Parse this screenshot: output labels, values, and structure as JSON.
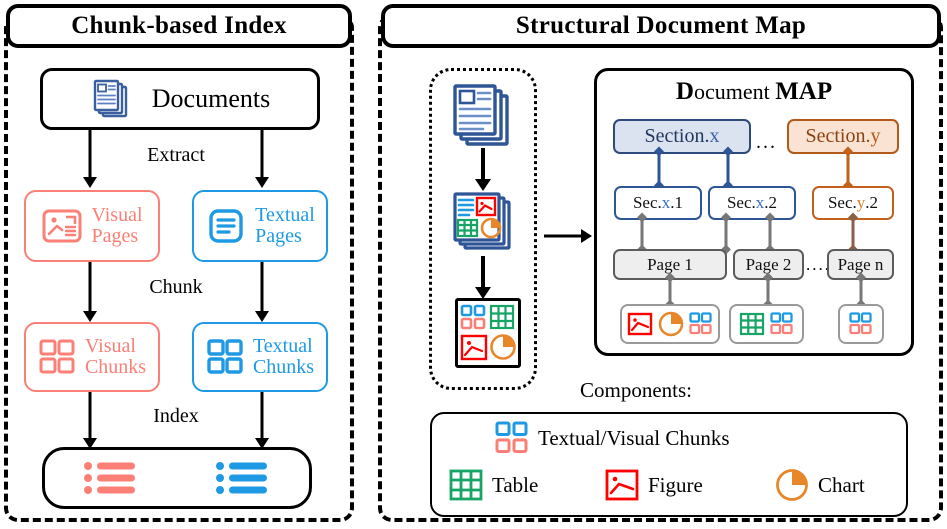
{
  "left_panel": {
    "title": "Chunk-based Index",
    "documents_label": "Documents",
    "steps": {
      "extract": "Extract",
      "chunk": "Chunk",
      "index": "Index"
    },
    "visual_pages": "Visual\nPages",
    "visual_pages_line1": "Visual",
    "visual_pages_line2": "Pages",
    "textual_pages_line1": "Textual",
    "textual_pages_line2": "Pages",
    "visual_chunks_line1": "Visual",
    "visual_chunks_line2": "Chunks",
    "textual_chunks_line1": "Textual",
    "textual_chunks_line2": "Chunks",
    "icons": {
      "documents": "documents-stack-icon",
      "visual_pages": "image-page-icon",
      "textual_pages": "text-page-icon",
      "visual_chunks": "four-square-chunks-icon",
      "textual_chunks": "four-square-chunks-icon",
      "index_red": "red-list-icon",
      "index_blue": "blue-list-icon"
    }
  },
  "right_panel": {
    "title": "Structural Document Map",
    "pipeline_icons": [
      "documents-stack-icon",
      "multimodal-pages-stack-icon",
      "parsed-components-icon"
    ],
    "map": {
      "title_first": "D",
      "title_mid": "ocument ",
      "title_last": "MAP",
      "sections": [
        {
          "label_prefix": "Section.",
          "label_suffix": "x",
          "color": "blue"
        },
        {
          "label_prefix": "Section.",
          "label_suffix": "y",
          "color": "orange"
        }
      ],
      "ellipsis_between_sections": "...",
      "subsections": [
        {
          "prefix": "Sec.",
          "var": "x",
          "suffix": ".1",
          "color": "blue"
        },
        {
          "prefix": "Sec.",
          "var": "x",
          "suffix": ".2",
          "color": "blue"
        },
        {
          "prefix": "Sec.",
          "var": "y",
          "suffix": ".2",
          "color": "orange"
        }
      ],
      "pages": [
        "Page 1",
        "Page 2",
        "Page n"
      ],
      "pages_ellipsis": "......",
      "page_contents": [
        [
          "figure-icon",
          "chart-icon",
          "chunks-icon"
        ],
        [
          "table-icon",
          "chunks-icon"
        ],
        [
          "chunks-icon"
        ]
      ]
    },
    "components_label": "Components:",
    "legend": [
      {
        "icon": "chunks-icon",
        "label": "Textual/Visual Chunks"
      },
      {
        "icon": "table-icon",
        "label": "Table"
      },
      {
        "icon": "figure-icon",
        "label": "Figure"
      },
      {
        "icon": "chart-icon",
        "label": "Chart"
      }
    ]
  },
  "colors": {
    "red": "#fa7f76",
    "blue": "#1d9ae3",
    "doc_blue": "#3a5f9e",
    "section_blue_fill": "#dbe3f1",
    "section_blue_border": "#2e4a7d",
    "section_orange_fill": "#fae3d2",
    "section_orange_border": "#b35a1b",
    "page_fill": "#eeeeee",
    "page_border": "#5c5c5c",
    "table_green": "#16a565",
    "figure_red": "#ff0000",
    "chart_orange": "#e8862a",
    "black": "#000000"
  }
}
